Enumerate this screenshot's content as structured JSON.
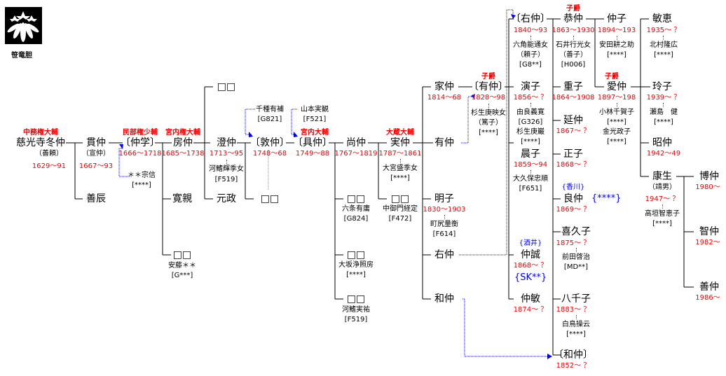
{
  "crest": {
    "label": "笹竜胆",
    "icon": "sasa-rindo-crest-icon"
  },
  "people": {
    "fuyunaka": {
      "title": "中務権大輔",
      "name": "慈光寺冬仲",
      "alt": "（善頼）",
      "dates": "1629〜91"
    },
    "kannaka": {
      "name": "貫仲",
      "alt": "（宣仲）",
      "dates": "1667〜93"
    },
    "zenshin": {
      "name": "善辰"
    },
    "nakazato": {
      "title": "民部権少輔",
      "name": "〔仲学〕",
      "dates": "1666〜1718"
    },
    "souin": {
      "name": "＊＊宗信",
      "code": "[****]"
    },
    "fusanaka": {
      "title": "宮内権大輔",
      "name": "房仲",
      "dates": "1685〜1738"
    },
    "kanshin": {
      "name": "寛親"
    },
    "blank_fusa": {
      "name": "□□",
      "spouse": "安藤＊＊",
      "code": "[G***]"
    },
    "blank_top": {
      "name": "□□"
    },
    "chounaka": {
      "name": "澄仲",
      "dates": "1713〜95",
      "spouse": "河鰭輝季女",
      "code": "[F519]"
    },
    "motomasa": {
      "name": "元政"
    },
    "atsunaka": {
      "name": "〔敦仲〕",
      "dates": "1748〜68"
    },
    "atsunaka_src": {
      "name": "千種有補",
      "code": "[G821]"
    },
    "blank_atsu": {
      "name": "□□"
    },
    "tomonaka": {
      "title": "宮内大輔",
      "name": "〔具仲〕",
      "dates": "1749〜88"
    },
    "tomonaka_src": {
      "name": "山本実観",
      "code": "[F521]"
    },
    "naonaka": {
      "name": "尚仲",
      "dates": "1767〜1819"
    },
    "blank_n1": {
      "name": "□□",
      "spouse": "六条有庸",
      "code": "[G824]"
    },
    "blank_n2": {
      "name": "□□",
      "spouse": "大坂浄照房",
      "code": "[****]"
    },
    "blank_n3": {
      "name": "□□",
      "spouse": "河鰭実祐",
      "code": "[F519]"
    },
    "sanenaka": {
      "title": "大蔵大輔",
      "name": "実仲",
      "dates": "1787〜1861",
      "spouse": "大宮盛季女",
      "code": "[****]"
    },
    "blank_s1": {
      "name": "□□",
      "spouse": "中御門経定",
      "code": "[F472]"
    },
    "ienaka": {
      "name": "家仲",
      "dates": "1814〜68"
    },
    "arinaka": {
      "name": "有仲"
    },
    "akiko": {
      "name": "明子",
      "dates": "1830〜1903",
      "spouse": "町尻量衡",
      "code": "[F614]"
    },
    "unaka": {
      "name": "右仲"
    },
    "kazunaka": {
      "name": "和仲"
    },
    "arinaka2": {
      "title": "子爵",
      "name": "〔有仲〕",
      "dates": "1828〜98",
      "spouse": "杉生庚映女",
      "spouse_alt": "（篤子）",
      "code": "[****]"
    },
    "unaka2": {
      "name": "〔右仲〕",
      "dates": "1840〜93",
      "spouse": "六角能通女",
      "spouse_alt": "（頼子）",
      "code": "[G8**]"
    },
    "enko": {
      "name": "演子",
      "dates": "1856〜 ？",
      "spouse": "由良義寛",
      "code": "[G326]",
      "spouse2": "杉生庚巌",
      "code2": "[****]"
    },
    "shinko": {
      "name": "晨子",
      "dates": "1859〜94",
      "spouse": "大久保忠順",
      "code": "[F651]"
    },
    "nakanobu": {
      "house": "{酒井}",
      "name": "仲誠",
      "dates": "1868〜 ？",
      "code": "{SK**}"
    },
    "nakatoshi": {
      "name": "仲敏",
      "dates": "1874〜 ？"
    },
    "kyounaka": {
      "title": "子爵",
      "name": "恭仲",
      "dates": "1863〜1930",
      "spouse": "石井行光女",
      "spouse_alt": "（善子）",
      "code": "[H006]"
    },
    "shigeko": {
      "name": "重子",
      "dates": "1864〜1908"
    },
    "nobunaka": {
      "name": "延仲",
      "dates": "1867〜 ？"
    },
    "masako": {
      "name": "正子",
      "dates": "1868〜 ？"
    },
    "yoshinaka": {
      "house": "{香川}",
      "name": "良仲",
      "code": "{****}",
      "dates": "1869〜 ？"
    },
    "kikuko": {
      "name": "喜久子",
      "dates": "1875〜 ？",
      "spouse": "前田啓治",
      "code": "[MD**]"
    },
    "yachiko": {
      "name": "八千子",
      "dates": "1883〜 ？",
      "spouse": "白鳥操云",
      "code": "[****]"
    },
    "kazunaka2": {
      "name": "〔和仲〕",
      "dates": "1852〜 ？"
    },
    "nakako": {
      "name": "仲子",
      "dates": "1894〜193",
      "spouse": "安田耕之助",
      "code": "[****]"
    },
    "ainaka": {
      "title": "子爵",
      "name": "愛仲",
      "dates": "1897〜198",
      "spouse": "小林千賀子",
      "code": "[****]",
      "spouse2": "金光政子",
      "code2": "[****]"
    },
    "toshie": {
      "name": "敏恵",
      "dates": "1935〜 ？",
      "spouse": "北村隆広",
      "code": "[****]"
    },
    "reiko": {
      "name": "玲子",
      "dates": "1939〜 ？",
      "spouse": "瀬島　健",
      "code": "[****]"
    },
    "shounaka": {
      "name": "昭仲",
      "dates": "1942〜49"
    },
    "yasuo": {
      "name": "康生",
      "alt": "（靖男）",
      "dates": "1947〜 ？",
      "spouse": "高垣智恵子",
      "code": "[****]"
    },
    "hironaka": {
      "name": "博仲",
      "dates": "1980〜"
    },
    "tomonaka3": {
      "name": "智仲",
      "dates": "1982〜"
    },
    "yoshinaka3": {
      "name": "善仲",
      "dates": "1986〜"
    }
  }
}
